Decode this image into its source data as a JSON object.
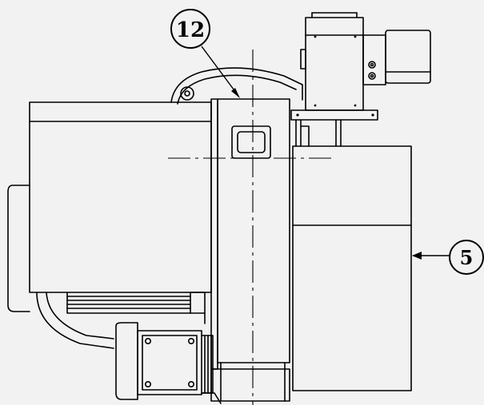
{
  "diagram": {
    "background": "#f2f2f2",
    "line_color": "#000000",
    "callouts": [
      {
        "id": "callout-12",
        "label": "12"
      },
      {
        "id": "callout-5",
        "label": "5"
      }
    ]
  }
}
